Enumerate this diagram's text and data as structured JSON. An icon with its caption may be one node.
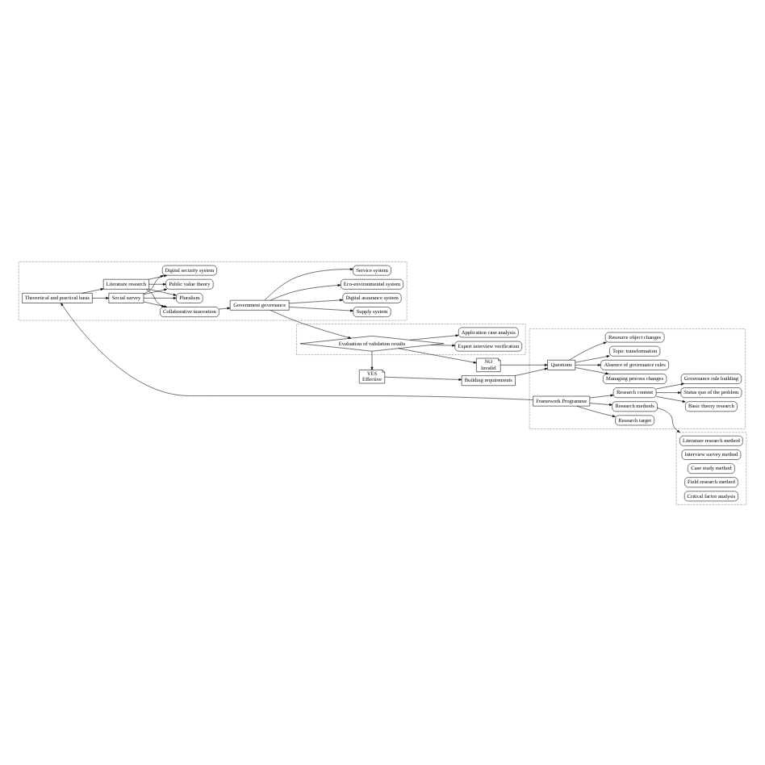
{
  "diagram": {
    "nodes": [
      {
        "text": [
          "Building requirements"
        ]
      },
      {
        "text": [],
        "shape": "box"
      },
      {
        "text": [
          "Questions"
        ],
        "in": 1
      },
      {
        "text": [
          "Topic transformation"
        ],
        "in": 1
      },
      {
        "text": [
          "Resource object changes"
        ],
        "in": 1
      },
      {
        "text": [
          "Managing process changes"
        ],
        "in": 1
      },
      {
        "text": [
          "Absence of governance rules"
        ],
        "in": 1
      },
      {
        "text": [
          "Framework Programme"
        ],
        "in": 1
      },
      {
        "text": [
          "Research target"
        ],
        "in": 1
      },
      {
        "text": [
          "Research content"
        ],
        "in": 1
      },
      {
        "text": [
          "Research methods"
        ],
        "in": 1
      },
      {
        "text": [
          "Basic theory research"
        ],
        "in": 1
      },
      {
        "text": [
          "Status quo of the problem"
        ],
        "in": 1
      },
      {
        "text": [
          "Governance rule building"
        ],
        "in": 1
      },
      {
        "text": [],
        "shape": "box"
      },
      {
        "text": [
          "Theoretical and practical basis"
        ],
        "in": 14
      },
      {
        "text": [
          "Social survey"
        ],
        "in": 14
      },
      {
        "text": [
          "Pluralism"
        ],
        "in": 14
      },
      {
        "text": [
          "Public value theory"
        ],
        "in": 14
      },
      {
        "text": [
          "Digital security system"
        ],
        "in": 14
      },
      {
        "text": [
          "Collaborative innovation"
        ],
        "in": 14
      },
      {
        "text": [
          "Literature research"
        ],
        "in": 14
      },
      {
        "text": [
          "Government governance"
        ],
        "in": 14
      },
      {
        "text": [
          "Digital assurance system"
        ],
        "in": 14
      },
      {
        "text": [
          "Eco-environmental system"
        ],
        "in": 14
      },
      {
        "text": [
          "Service system"
        ],
        "in": 14
      },
      {
        "text": [
          "Supply system"
        ],
        "in": 14
      },
      {
        "text": [],
        "shape": "box"
      },
      {
        "text": [
          "Literature research method"
        ],
        "in": 27
      },
      {
        "text": [
          "Interview survey method"
        ],
        "in": 27
      },
      {
        "text": [
          "Case study method"
        ],
        "in": 27
      },
      {
        "text": [
          "Field research method"
        ],
        "in": 27
      },
      {
        "text": [
          "Critical factor analysis"
        ],
        "in": 27
      },
      {
        "text": [],
        "shape": "box"
      },
      {
        "text": [
          "Evaluation of validation results"
        ],
        "in": 33
      },
      {
        "text": [
          "Application case analysis"
        ],
        "in": 33
      },
      {
        "text": [
          "Expert interview verification"
        ],
        "in": 33
      },
      {
        "text": [
          "NO",
          "Invalid"
        ]
      },
      {
        "text": [
          "YES",
          "Effective"
        ]
      }
    ],
    "edges": [
      {
        "from": 0,
        "to": 2,
        "arrow": "to"
      },
      {
        "from": 2,
        "to": 3,
        "arrow": "to"
      },
      {
        "from": 2,
        "to": 4,
        "arrow": "to"
      },
      {
        "from": 2,
        "to": 5,
        "arrow": "to"
      },
      {
        "from": 2,
        "to": 6,
        "arrow": "to"
      },
      {
        "from": 7,
        "to": 8,
        "arrow": "to"
      },
      {
        "from": 7,
        "to": 9,
        "arrow": "to"
      },
      {
        "from": 7,
        "to": 10,
        "arrow": "to"
      },
      {
        "from": 9,
        "to": 11,
        "arrow": "to"
      },
      {
        "from": 9,
        "to": 12,
        "arrow": "to"
      },
      {
        "from": 9,
        "to": 13,
        "arrow": "to"
      },
      {
        "from": 7,
        "to": 15,
        "arrow": "to"
      },
      {
        "from": 10,
        "to": 27,
        "arrow": "to"
      },
      {
        "from": 15,
        "to": 16,
        "arrow": "to"
      },
      {
        "from": 15,
        "to": 21,
        "arrow": "to"
      },
      {
        "from": 16,
        "to": 17,
        "arrow": "to"
      },
      {
        "from": 16,
        "to": 18,
        "arrow": "to"
      },
      {
        "from": 16,
        "to": 19,
        "arrow": "to"
      },
      {
        "from": 16,
        "to": 20,
        "arrow": "to"
      },
      {
        "from": 21,
        "to": 17,
        "arrow": "to"
      },
      {
        "from": 21,
        "to": 18,
        "arrow": "to"
      },
      {
        "from": 21,
        "to": 19,
        "arrow": "to"
      },
      {
        "from": 21,
        "to": 20,
        "arrow": "to"
      },
      {
        "from": 20,
        "to": 22,
        "arrow": "to"
      },
      {
        "from": 22,
        "to": 23,
        "arrow": "to"
      },
      {
        "from": 22,
        "to": 24,
        "arrow": "to"
      },
      {
        "from": 22,
        "to": 25,
        "arrow": "to"
      },
      {
        "from": 22,
        "to": 26,
        "arrow": "to"
      },
      {
        "from": 22,
        "to": 34,
        "arrow": "to"
      },
      {
        "from": 34,
        "to": 35,
        "arrow": "to"
      },
      {
        "from": 34,
        "to": 36,
        "arrow": "to"
      },
      {
        "from": 34,
        "to": 37,
        "arrow": "to"
      },
      {
        "from": 34,
        "to": 38,
        "arrow": "to"
      },
      {
        "from": 37,
        "to": 2,
        "arrow": "to"
      },
      {
        "from": 38,
        "to": 0,
        "arrow": "to"
      }
    ]
  }
}
